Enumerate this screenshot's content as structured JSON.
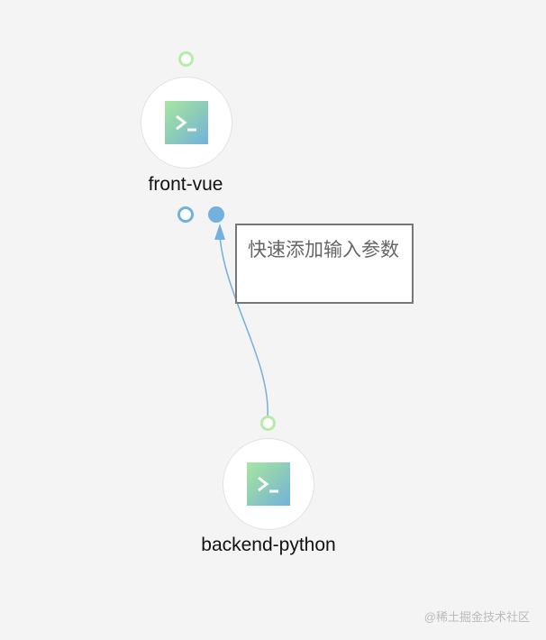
{
  "nodes": [
    {
      "label": "front-vue",
      "icon": "terminal-icon"
    },
    {
      "label": "backend-python",
      "icon": "terminal-icon"
    }
  ],
  "tooltip": {
    "text": "快速添加输入参数"
  },
  "watermark": "@稀土掘金技术社区",
  "colors": {
    "input_port": "#b6eca8",
    "output_port": "#72b1dd",
    "edge": "#72b1dd",
    "background": "#f4f4f5"
  }
}
